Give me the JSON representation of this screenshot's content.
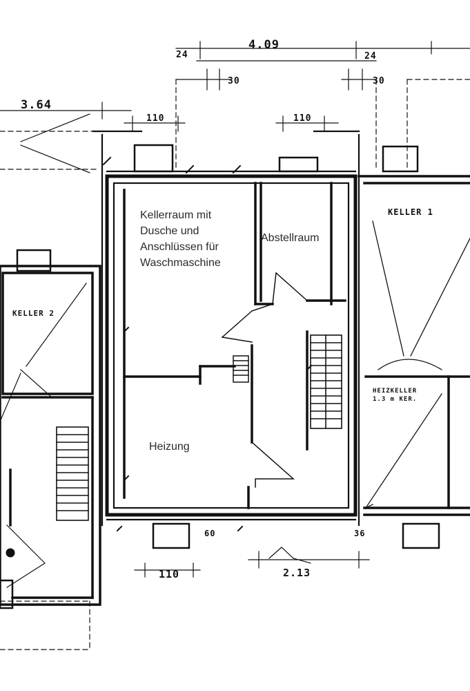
{
  "room_labels": {
    "kellerraum": "Kellerraum mit\nDusche und\nAnschlüssen für\nWaschmaschine",
    "abstellraum": "Abstellraum",
    "heizung": "Heizung"
  },
  "plan_labels": {
    "keller_1": "KELLER 1",
    "keller_2": "KELLER 2",
    "heizkeller": "HEIZKELLER\n1.3 m KER."
  },
  "dimensions": {
    "d_409": "4.09",
    "d_364": "3.64",
    "d_24a": "24",
    "d_24b": "24",
    "d_30a": "30",
    "d_30b": "30",
    "d_110a": "110",
    "d_110b": "110",
    "d_110c": "110",
    "d_213": "2.13",
    "d_60": "60",
    "d_36": "36"
  },
  "colors": {
    "ink": "#111111",
    "paper": "#ffffff",
    "annotation_text": "#2a2a2a"
  }
}
